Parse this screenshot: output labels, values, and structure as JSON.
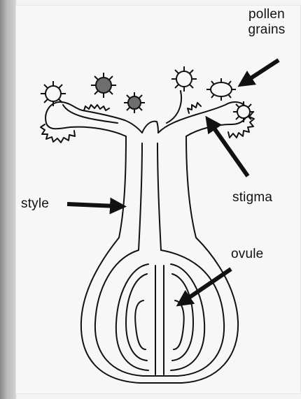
{
  "labels": {
    "pollen_line1": "pollen",
    "pollen_line2": "grains",
    "stigma": "stigma",
    "style": "style",
    "ovule": "ovule"
  },
  "colors": {
    "ink": "#111111",
    "paper": "#f7f7f7",
    "frame": "#9a9a9a",
    "pollen_fill": "#6e6e6e"
  }
}
